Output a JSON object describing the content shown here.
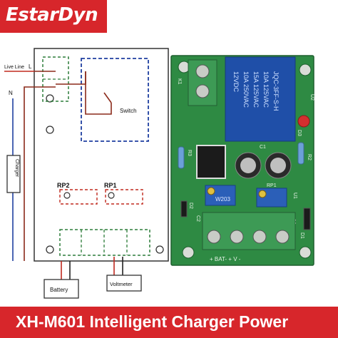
{
  "brand": {
    "logo_text": "EstarDyn"
  },
  "diagram": {
    "live_line_label": "Live Line",
    "live_terminal": "L",
    "neutral_terminal": "N",
    "switch_label": "Switch",
    "charger_label": "Charger",
    "rp2_label": "RP2",
    "rp1_label": "RP1",
    "battery_label": "Battery",
    "voltmeter_label": "Voltmeter"
  },
  "board": {
    "relay_lines": [
      "12VDC",
      "10A 250VAC",
      "15A 125VAC",
      "10A 125VAC",
      "JQC-3FF-S-H"
    ],
    "silkscreen": {
      "k1": "K1",
      "u2": "U2",
      "d3": "D3",
      "r3": "R3",
      "c1": "C1",
      "r2": "R2",
      "rp1": "RP1",
      "u1": "U1",
      "d1": "D1",
      "d2": "D2",
      "c2": "C2",
      "c3": "C3",
      "pot_code": "W203",
      "terminals": "+ BAT-  + V -"
    }
  },
  "footer": {
    "title": "XH-M601 Intelligent Charger Power"
  },
  "colors": {
    "brand_red": "#d7262b",
    "pcb_green": "#2e8a43",
    "terminal_green": "#3d9a55",
    "relay_blue": "#1f4fa8"
  }
}
